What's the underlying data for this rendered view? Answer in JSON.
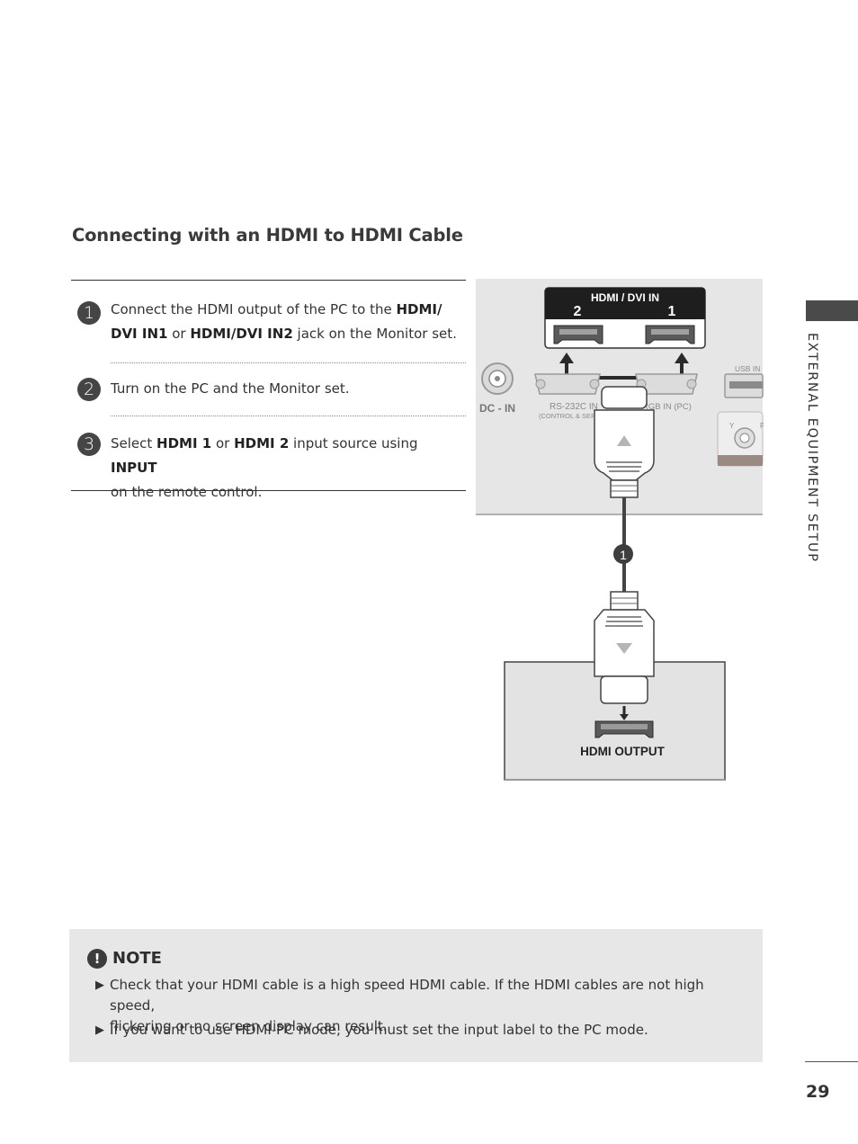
{
  "section": {
    "title": "Connecting with an HDMI to HDMI Cable"
  },
  "steps": [
    {
      "number": "1",
      "lines": [
        {
          "parts": [
            "Connect the HDMI output of the PC to the ",
            "HDMI/",
            ""
          ]
        },
        {
          "parts": [
            "",
            "DVI IN1",
            " or ",
            "HDMI/DVI IN2",
            " jack on the Monitor set."
          ]
        }
      ]
    },
    {
      "number": "2",
      "lines": [
        {
          "parts": [
            "Turn on the PC and the Monitor set."
          ]
        }
      ]
    },
    {
      "number": "3",
      "lines": [
        {
          "parts": [
            "Select ",
            "HDMI 1",
            " or ",
            "HDMI 2",
            " input source using ",
            "INPUT",
            ""
          ]
        },
        {
          "parts": [
            "on the remote control."
          ]
        }
      ]
    }
  ],
  "diagram": {
    "hdmi_label": "HDMI / DVI IN",
    "port_2": "2",
    "port_1": "1",
    "dc_in": "DC - IN",
    "rs232": "RS-232C IN",
    "rs232_sub": "(CONTROL & SERVICE)",
    "rgb_in": "RGB IN (PC)",
    "usb_in": "USB IN",
    "y_label": "Y",
    "p_label": "P",
    "cable_step": "1",
    "hdmi_output": "HDMI OUTPUT"
  },
  "note": {
    "icon": "!",
    "title": "NOTE",
    "items": [
      {
        "line1": "Check that your HDMI cable is a high speed HDMI cable. If the HDMI cables are not high speed,",
        "line2": "flickering or no screen display can result."
      },
      {
        "line1": "If you want to use HDMI-PC mode, you must set the input label to the PC mode.",
        "line2": ""
      }
    ]
  },
  "side": {
    "label": "EXTERNAL EQUIPMENT SETUP"
  },
  "page": {
    "number": "29"
  }
}
